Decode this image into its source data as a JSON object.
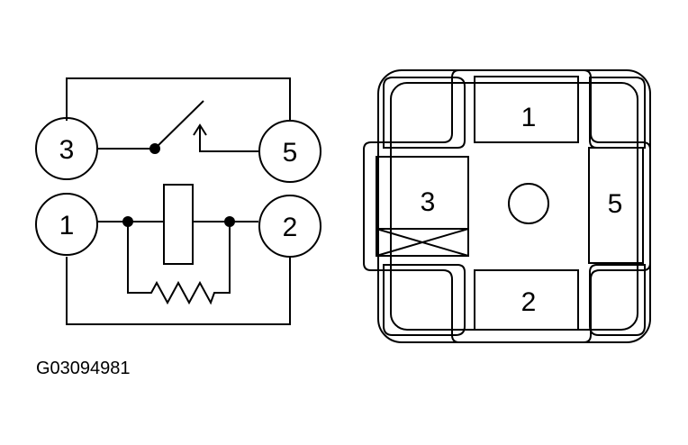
{
  "schematic": {
    "pins": {
      "p3": "3",
      "p5": "5",
      "p1": "1",
      "p2": "2"
    }
  },
  "connector": {
    "cavities": {
      "c1": "1",
      "c3": "3",
      "c5": "5",
      "c2": "2"
    }
  },
  "figure_code": "G03094981",
  "colors": {
    "line": "#000000",
    "background": "#ffffff"
  }
}
